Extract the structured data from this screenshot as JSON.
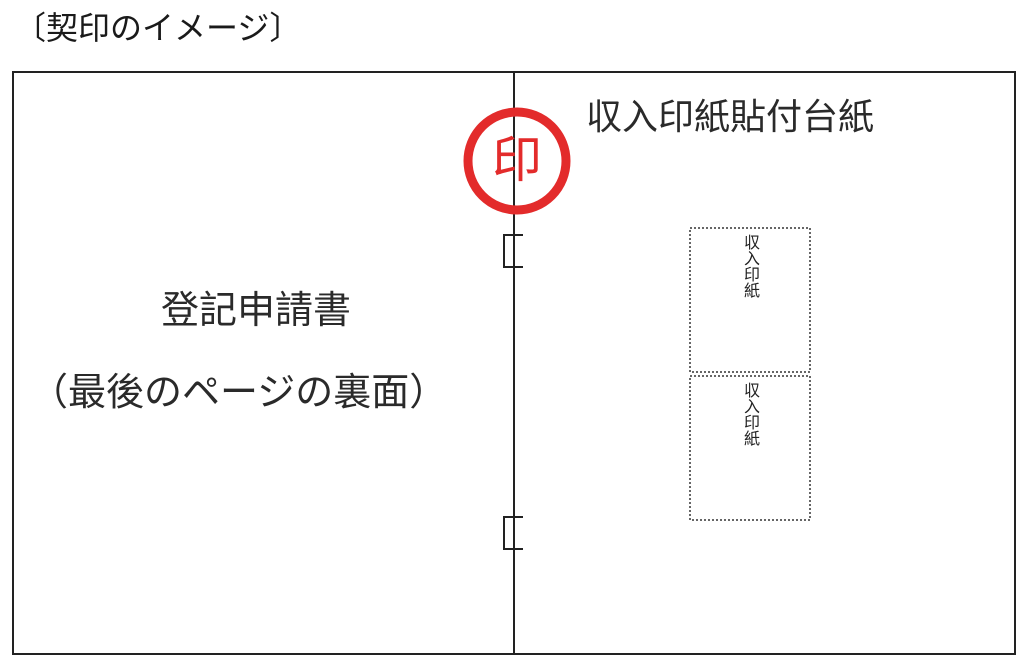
{
  "caption": "〔契印のイメージ〕",
  "left_page": {
    "title": "登記申請書",
    "subtitle": "（最後のページの裏面）"
  },
  "right_page": {
    "title": "収入印紙貼付台紙"
  },
  "seal": {
    "text": "印",
    "color": "#e32b2b"
  },
  "stamps": [
    {
      "text": "収入印紙"
    },
    {
      "text": "収入印紙"
    }
  ]
}
